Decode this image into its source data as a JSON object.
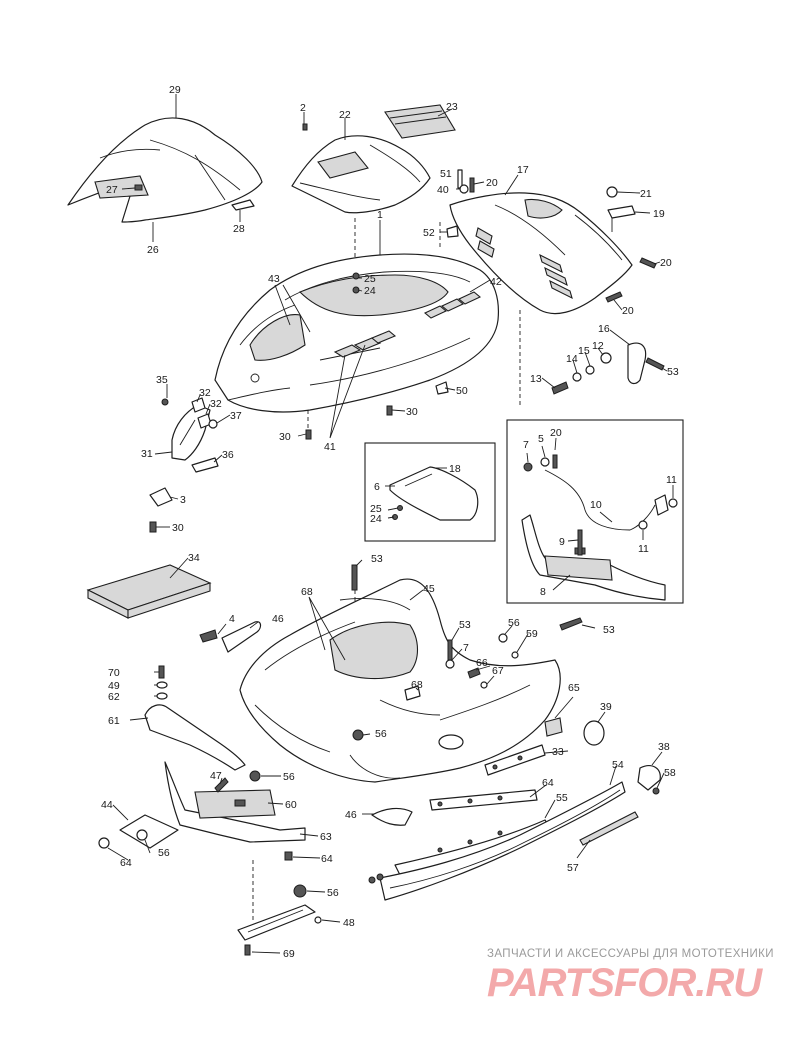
{
  "watermark": {
    "caption": "ЗАПЧАСТИ И АКСЕССУАРЫ ДЛЯ МОТОТЕХНИКИ",
    "logo": "PARTSFOR.RU",
    "color": "#f3a9aa"
  },
  "callouts": {
    "n1": "1",
    "n2": "2",
    "n3": "3",
    "n4": "4",
    "n5": "5",
    "n6": "6",
    "n7": "7",
    "n8": "8",
    "n9": "9",
    "n10": "10",
    "n11": "11",
    "n12": "12",
    "n13": "13",
    "n14": "14",
    "n15": "15",
    "n16": "16",
    "n17": "17",
    "n18": "18",
    "n19": "19",
    "n20": "20",
    "n21": "21",
    "n22": "22",
    "n23": "23",
    "n24": "24",
    "n25": "25",
    "n26": "26",
    "n27": "27",
    "n28": "28",
    "n29": "29",
    "n30": "30",
    "n31": "31",
    "n32": "32",
    "n33": "33",
    "n34": "34",
    "n35": "35",
    "n36": "36",
    "n37": "37",
    "n38": "38",
    "n39": "39",
    "n40": "40",
    "n41": "41",
    "n42": "42",
    "n43": "43",
    "n44": "44",
    "n45": "45",
    "n46": "46",
    "n47": "47",
    "n48": "48",
    "n49": "49",
    "n50": "50",
    "n51": "51",
    "n52": "52",
    "n53": "53",
    "n54": "54",
    "n55": "55",
    "n56": "56",
    "n57": "57",
    "n58": "58",
    "n59": "59",
    "n60": "60",
    "n61": "61",
    "n62": "62",
    "n63": "63",
    "n64": "64",
    "n65": "65",
    "n66": "66",
    "n67": "67",
    "n68": "68",
    "n69": "69",
    "n70": "70"
  }
}
